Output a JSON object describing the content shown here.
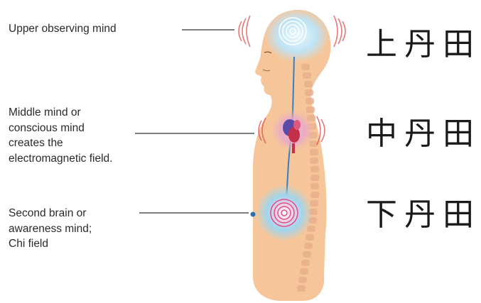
{
  "labels": {
    "upper": "Upper observing mind",
    "middle": "Middle mind or\nconscious mind\ncreates the\nelectromagnetic field.",
    "lower": "Second brain or\nawareness mind;\nChi field"
  },
  "dantian": {
    "upper": "上丹田",
    "middle": "中丹田",
    "lower": "下丹田"
  },
  "colors": {
    "skin": "#f6c69a",
    "spine": "#e8b08c",
    "brain_glow": "#bfe3f4",
    "heart": "#b02a6a",
    "field_lines": "#e24a4a",
    "channel": "#3a7cc0",
    "leader_line": "#333333"
  }
}
